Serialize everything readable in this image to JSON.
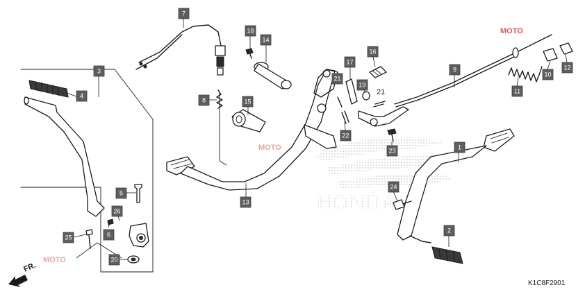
{
  "diagram_code": "K1C8F2901",
  "direction_label": "FR.",
  "brand_mark": "HONDA",
  "watermark": "MOTO",
  "callouts": [
    "1",
    "2",
    "3",
    "4",
    "5",
    "6",
    "7",
    "8",
    "9",
    "10",
    "11",
    "12",
    "13",
    "14",
    "15",
    "16",
    "17",
    "18",
    "19",
    "20",
    "22",
    "23",
    "24",
    "25",
    "26"
  ],
  "plain_labels": [
    "21"
  ]
}
